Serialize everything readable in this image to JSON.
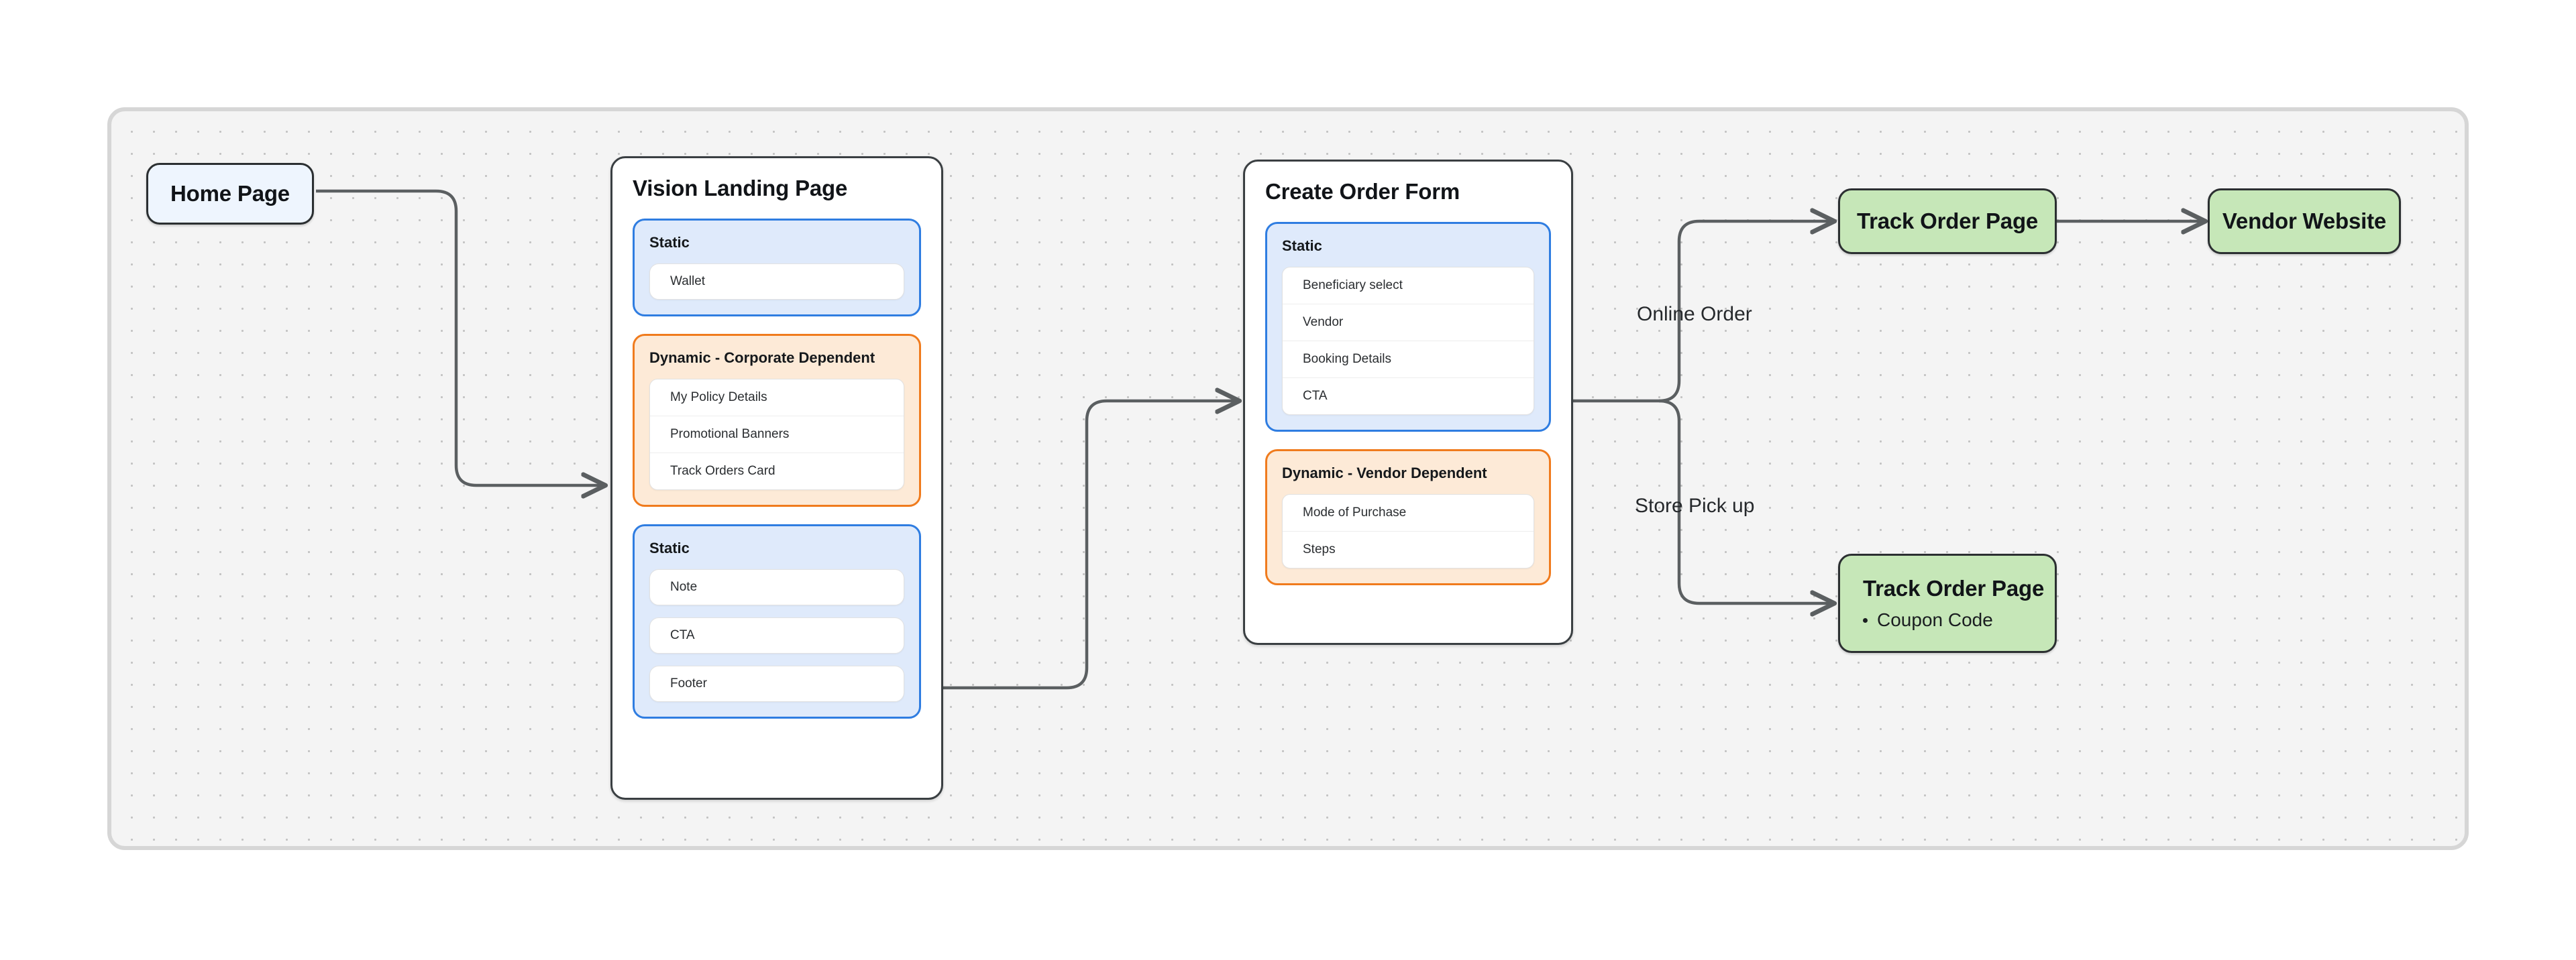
{
  "canvas": {
    "background_color": "#f4f4f4",
    "border_color": "#d6d6d6",
    "dot_color": "#c3c3c3"
  },
  "palette": {
    "node_blue_fill": "#eef5fe",
    "node_green_fill": "#c6e7b8",
    "group_static_fill": "#dfeafb",
    "group_static_border": "#2f7de1",
    "group_dynamic_fill": "#fdead7",
    "group_dynamic_border": "#f07b1d",
    "edge_stroke": "#5b5f61",
    "node_border": "#2b2f31"
  },
  "nodes": {
    "home_page": {
      "title": "Home Page"
    },
    "vision_landing_page": {
      "title": "Vision Landing Page",
      "groups": [
        {
          "type": "static",
          "title": "Static",
          "style": "cards",
          "items": [
            "Wallet"
          ]
        },
        {
          "type": "dynamic",
          "title": "Dynamic - Corporate Dependent",
          "style": "list",
          "items": [
            "My Policy Details",
            "Promotional Banners",
            "Track Orders Card"
          ]
        },
        {
          "type": "static",
          "title": "Static",
          "style": "cards",
          "items": [
            "Note",
            "CTA",
            "Footer"
          ]
        }
      ]
    },
    "create_order_form": {
      "title": "Create Order Form",
      "groups": [
        {
          "type": "static",
          "title": "Static",
          "style": "list",
          "items": [
            "Beneficiary select",
            "Vendor",
            "Booking Details",
            "CTA"
          ]
        },
        {
          "type": "dynamic",
          "title": "Dynamic - Vendor Dependent",
          "style": "list",
          "items": [
            "Mode of Purchase",
            "Steps"
          ]
        }
      ]
    },
    "track_order_page_online": {
      "title": "Track Order Page"
    },
    "vendor_website": {
      "title": "Vendor Website"
    },
    "track_order_page_store": {
      "title": "Track Order Page",
      "bullets": [
        "Coupon Code"
      ]
    }
  },
  "edge_labels": {
    "online_order": "Online Order",
    "store_pick_up": "Store Pick up"
  }
}
